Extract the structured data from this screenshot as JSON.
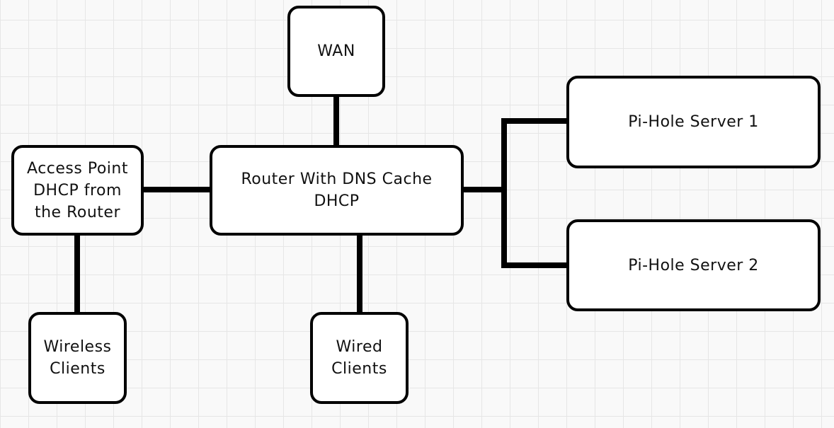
{
  "diagram": {
    "nodes": {
      "wan": {
        "lines": [
          "WAN"
        ]
      },
      "router": {
        "lines": [
          "Router With DNS Cache",
          "DHCP"
        ]
      },
      "access_point": {
        "lines": [
          "Access Point",
          "DHCP from",
          "the Router"
        ]
      },
      "wireless_clients": {
        "lines": [
          "Wireless",
          "Clients"
        ]
      },
      "wired_clients": {
        "lines": [
          "Wired",
          "Clients"
        ]
      },
      "pihole_1": {
        "lines": [
          "Pi-Hole Server 1"
        ]
      },
      "pihole_2": {
        "lines": [
          "Pi-Hole Server 2"
        ]
      }
    },
    "connections": [
      {
        "from": "wan",
        "to": "router"
      },
      {
        "from": "access_point",
        "to": "router"
      },
      {
        "from": "access_point",
        "to": "wireless_clients"
      },
      {
        "from": "router",
        "to": "wired_clients"
      },
      {
        "from": "router",
        "to": "pihole_1"
      },
      {
        "from": "router",
        "to": "pihole_2"
      }
    ],
    "colors": {
      "stroke": "#000000",
      "node_fill": "#ffffff",
      "text": "#111111",
      "background": "#f9f9f9",
      "grid": "#e6e6e6"
    }
  }
}
